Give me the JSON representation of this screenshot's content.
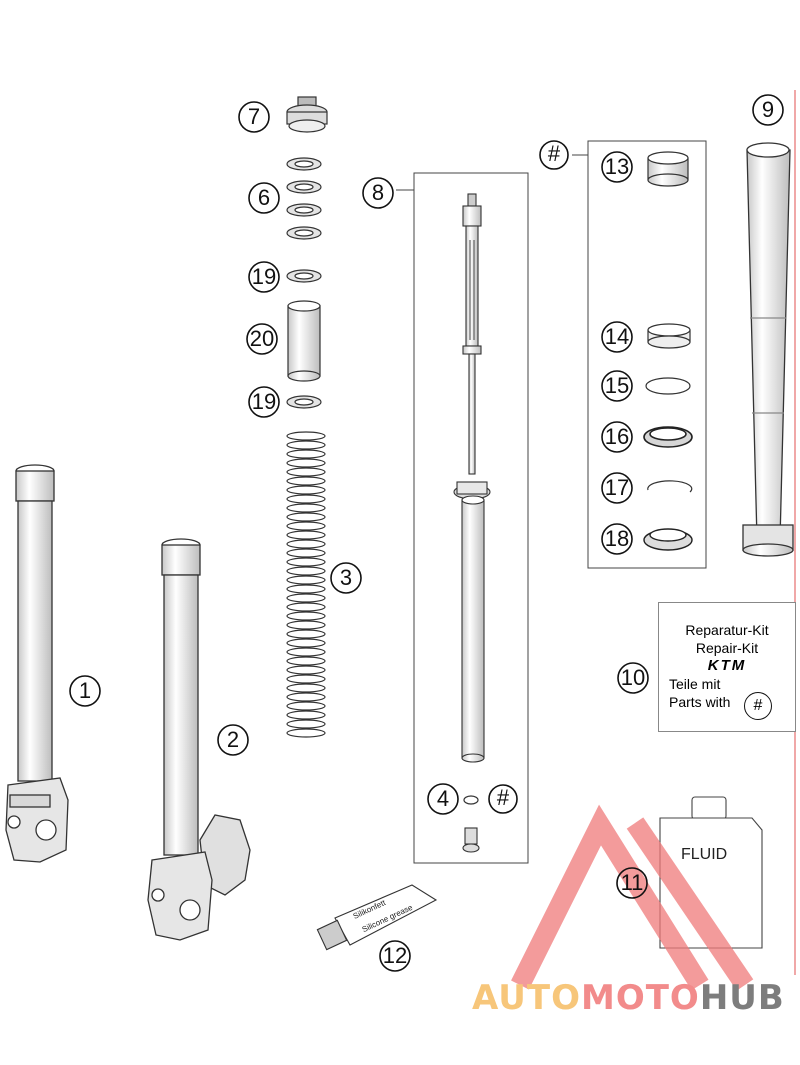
{
  "parts": [
    {
      "id": "1",
      "label": "1"
    },
    {
      "id": "2",
      "label": "2"
    },
    {
      "id": "3",
      "label": "3"
    },
    {
      "id": "4",
      "label": "4"
    },
    {
      "id": "6",
      "label": "6"
    },
    {
      "id": "7",
      "label": "7"
    },
    {
      "id": "8",
      "label": "8"
    },
    {
      "id": "9",
      "label": "9"
    },
    {
      "id": "10",
      "label": "10"
    },
    {
      "id": "11",
      "label": "11"
    },
    {
      "id": "12",
      "label": "12"
    },
    {
      "id": "13",
      "label": "13"
    },
    {
      "id": "14",
      "label": "14"
    },
    {
      "id": "15",
      "label": "15"
    },
    {
      "id": "16",
      "label": "16"
    },
    {
      "id": "17",
      "label": "17"
    },
    {
      "id": "18",
      "label": "18"
    },
    {
      "id": "19a",
      "label": "19"
    },
    {
      "id": "19b",
      "label": "19"
    },
    {
      "id": "20",
      "label": "20"
    }
  ],
  "kit_marker": "#",
  "repair_kit": {
    "line1": "Reparatur-Kit",
    "line2": "Repair-Kit",
    "brand": "KTM",
    "line3": "Teile mit",
    "line4": "Parts with",
    "marker": "#"
  },
  "fluid_label": "FLUID",
  "grease_tube": {
    "line1": "Silikonfett",
    "line2": "Silicone grease"
  },
  "watermark": {
    "part1": "AUTO",
    "part2": "MOTO",
    "part3": "HUB"
  },
  "colors": {
    "line": "#333333",
    "watermark_triangle": "#f07a7a",
    "watermark_yellow": "#f7c67a",
    "watermark_gray": "#7d7d7d"
  }
}
